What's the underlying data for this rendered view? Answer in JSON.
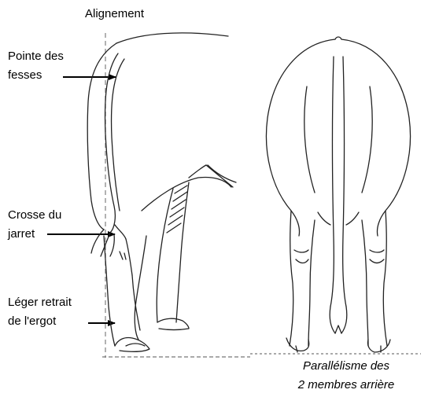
{
  "title": "Alignement",
  "labels": {
    "pointe_line1": "Pointe des",
    "pointe_line2": "fesses",
    "crosse_line1": "Crosse du",
    "crosse_line2": "jarret",
    "ergot_line1": "Léger retrait",
    "ergot_line2": "de l'ergot"
  },
  "caption": {
    "line1": "Parallélisme des",
    "line2": "2 membres arrière"
  }
}
